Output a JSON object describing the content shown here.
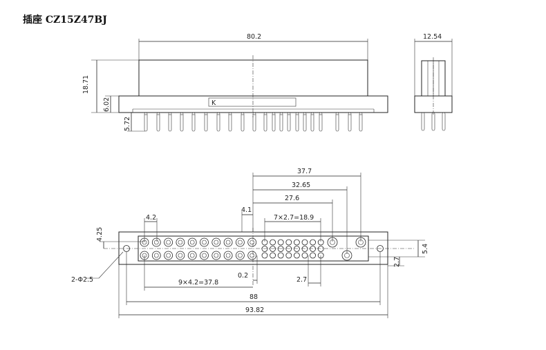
{
  "title": "插座 CZ15Z47BJ",
  "dimensions": {
    "top_width": "80.2",
    "height_total": "18.71",
    "flange_height": "6.02",
    "pin_length": "5.72",
    "side_width": "12.54",
    "d_37_7": "37.7",
    "d_32_65": "32.65",
    "d_27_6": "27.6",
    "d_4_1": "4.1",
    "d_7x2_7": "7×2.7=18.9",
    "d_4_2": "4.2",
    "d_4_25": "4.25",
    "d_holes": "2-Φ2.5",
    "d_9x4_2": "9×4.2=37.8",
    "d_0_2": "0.2",
    "d_2_7_bottom": "2.7",
    "d_88": "88",
    "d_93_82": "93.82",
    "d_5_4": "5.4",
    "d_2_7_right": "2.7"
  },
  "pin_marker": "K"
}
